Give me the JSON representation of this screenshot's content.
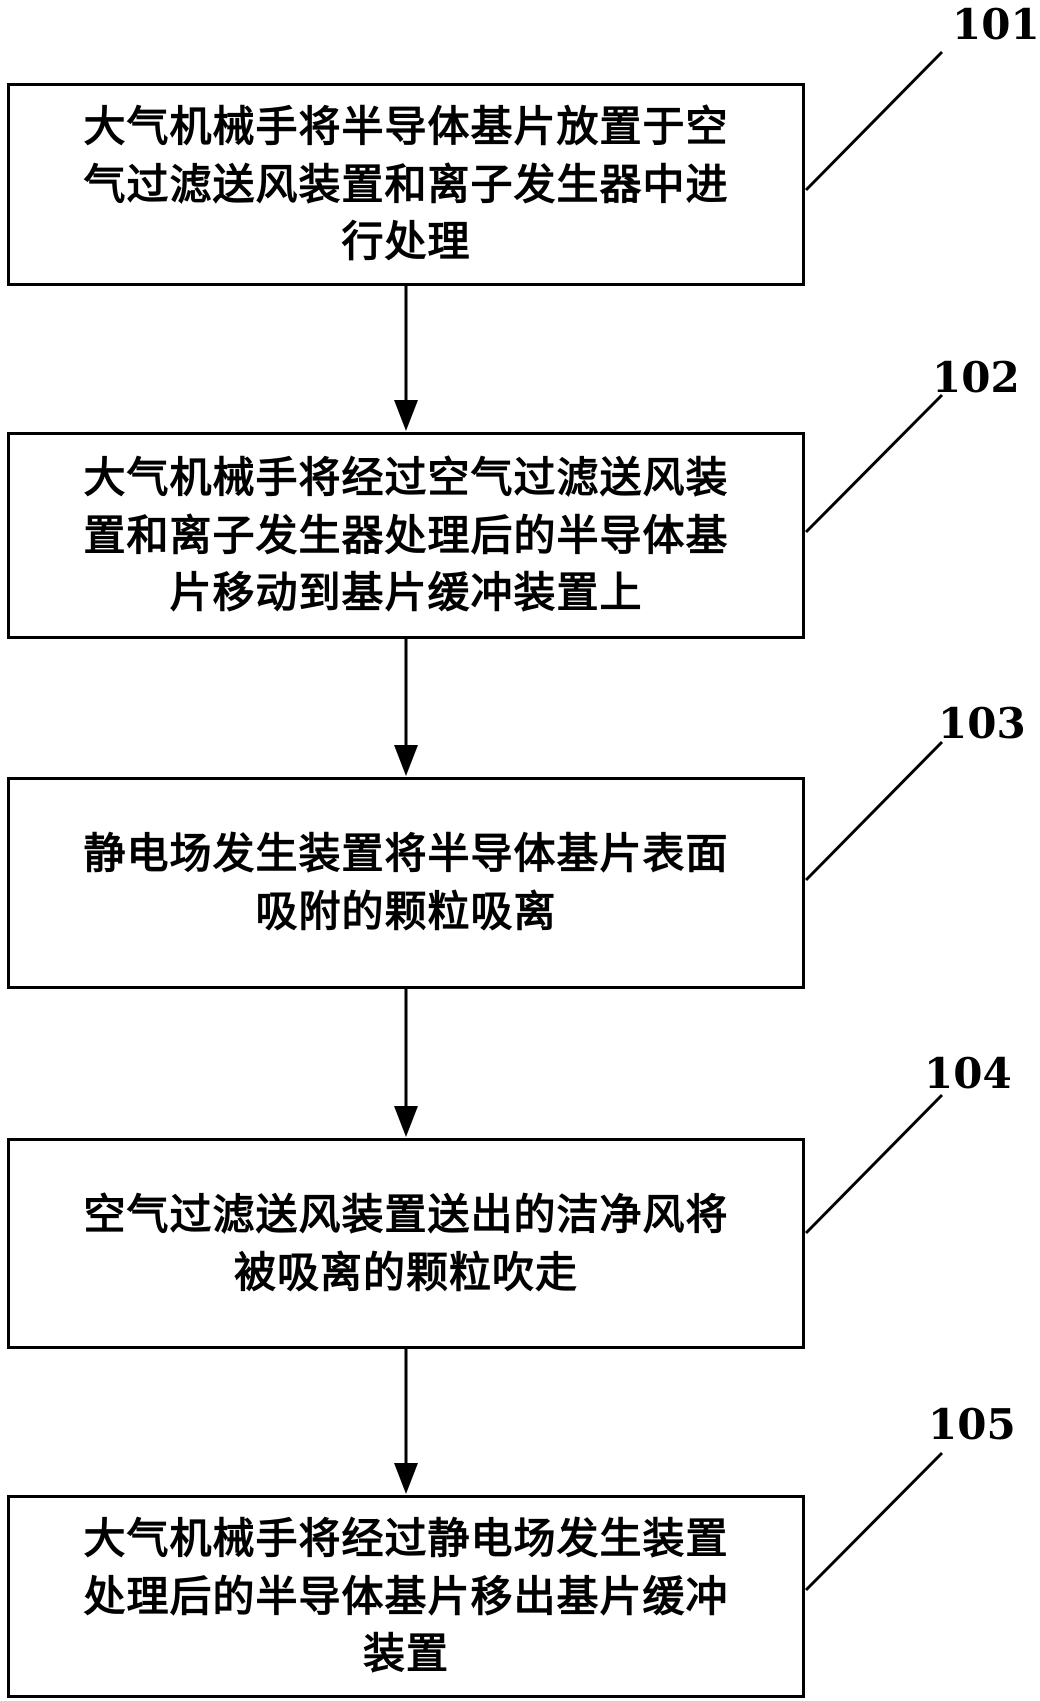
{
  "diagram": {
    "steps": [
      {
        "id": "101",
        "text": "大气机械手将半导体基片放置于空\n气过滤送风装置和离子发生器中进\n行处理"
      },
      {
        "id": "102",
        "text": "大气机械手将经过空气过滤送风装\n置和离子发生器处理后的半导体基\n片移动到基片缓冲装置上"
      },
      {
        "id": "103",
        "text": "静电场发生装置将半导体基片表面\n吸附的颗粒吸离"
      },
      {
        "id": "104",
        "text": "空气过滤送风装置送出的洁净风将\n被吸离的颗粒吹走"
      },
      {
        "id": "105",
        "text": "大气机械手将经过静电场发生装置\n处理后的半导体基片移出基片缓冲\n装置"
      }
    ]
  }
}
